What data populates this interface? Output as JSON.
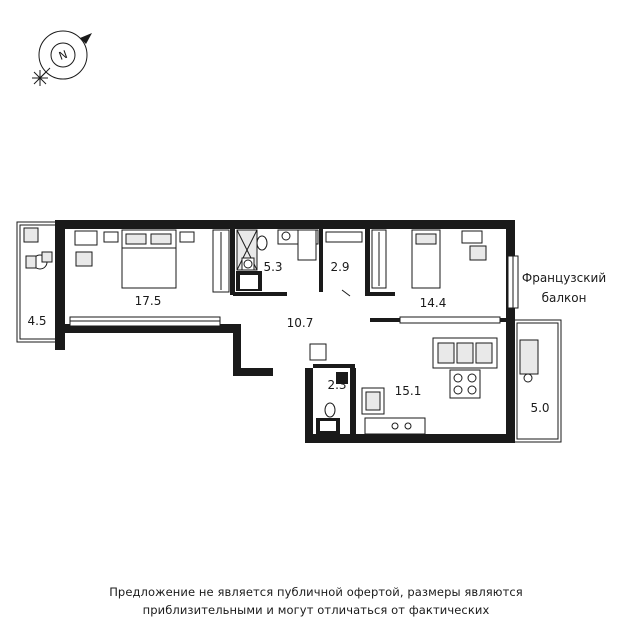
{
  "compass": {
    "letter": "N"
  },
  "rooms": [
    {
      "id": "balcony-left",
      "area": "4.5"
    },
    {
      "id": "bedroom-1",
      "area": "17.5"
    },
    {
      "id": "bathroom",
      "area": "5.3"
    },
    {
      "id": "wc",
      "area": "2.9"
    },
    {
      "id": "hall",
      "area": "10.7"
    },
    {
      "id": "bedroom-2",
      "area": "14.4"
    },
    {
      "id": "laundry",
      "area": "2.3"
    },
    {
      "id": "kitchen-living",
      "area": "15.1"
    },
    {
      "id": "balcony-right",
      "area": "5.0"
    }
  ],
  "labels": {
    "french_balcony_line1": "Французский",
    "french_balcony_line2": "балкон"
  },
  "disclaimer": {
    "line1": "Предложение не является публичной офертой, размеры являются",
    "line2": "приблизительными и могут отличаться от фактических"
  }
}
